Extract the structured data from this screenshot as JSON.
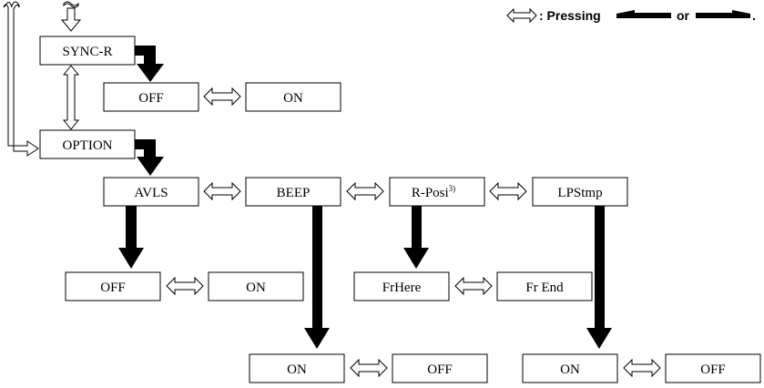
{
  "legend": {
    "text": ": Pressing",
    "or": "or",
    "period": "."
  },
  "menu": {
    "sync_r": "SYNC-R",
    "sync_off": "OFF",
    "sync_on": "ON",
    "option": "OPTION",
    "avls": "AVLS",
    "beep": "BEEP",
    "r_posi": "R-Posi",
    "r_posi_note": "3)",
    "lpstmp": "LPStmp",
    "avls_off": "OFF",
    "avls_on": "ON",
    "frhere": "FrHere",
    "frend": "Fr End",
    "beep_on": "ON",
    "beep_off": "OFF",
    "lp_on": "ON",
    "lp_off": "OFF"
  },
  "colors": {
    "line": "#000000",
    "background": "#ffffff"
  }
}
